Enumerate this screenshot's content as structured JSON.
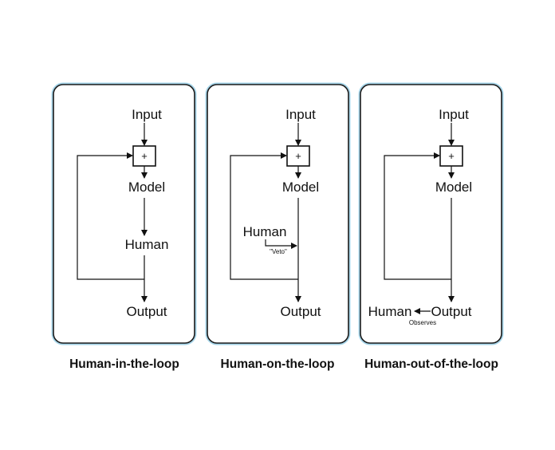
{
  "panels": [
    {
      "caption": "Human-in-the-loop",
      "input": "Input",
      "sum_symbol": "+",
      "model": "Model",
      "human": "Human",
      "output": "Output"
    },
    {
      "caption": "Human-on-the-loop",
      "input": "Input",
      "sum_symbol": "+",
      "model": "Model",
      "human": "Human",
      "veto": "\"Veto\"",
      "output": "Output"
    },
    {
      "caption": "Human-out-of-the-loop",
      "input": "Input",
      "sum_symbol": "+",
      "model": "Model",
      "human": "Human",
      "observes": "Observes",
      "output": "Output"
    }
  ],
  "colors": {
    "panel_glow": "#5fb4d8",
    "stroke": "#111111"
  }
}
